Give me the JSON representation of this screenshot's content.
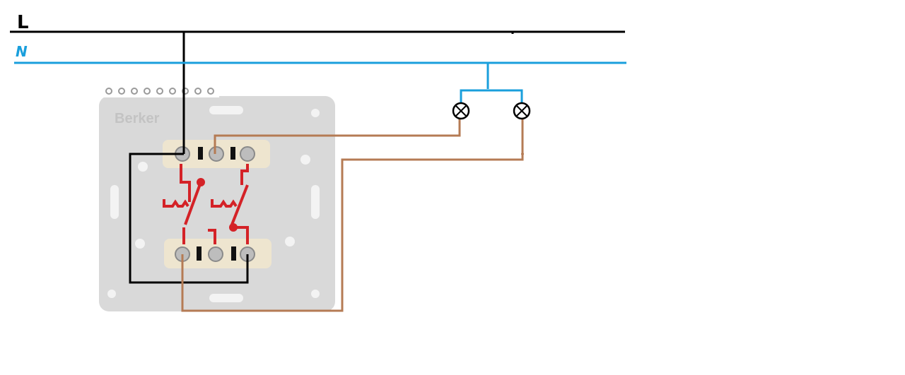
{
  "diagram": {
    "labels": {
      "line_label": "L",
      "neutral_label": "N",
      "brand_text": "Berker"
    },
    "colors": {
      "line": "#000000",
      "neutral": "#1a9fdc",
      "switched": "#b57b54",
      "switch_mechanism": "#d42227",
      "plate": "#d9d9d9",
      "terminal_block": "#eee5cf"
    },
    "components": {
      "switch": "double-pole-rocker-switch",
      "lamp_count": 2
    }
  }
}
